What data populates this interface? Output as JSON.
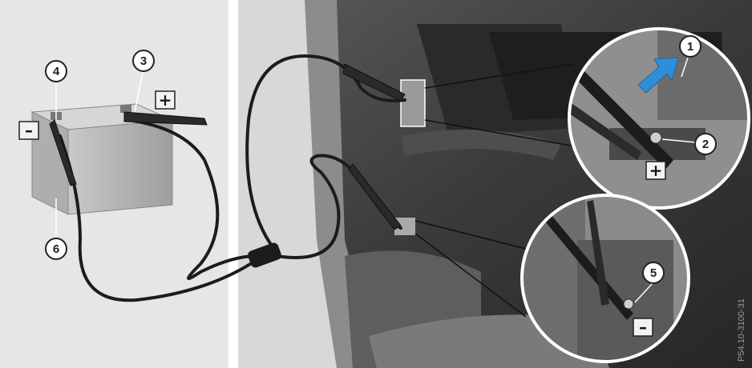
{
  "callouts": {
    "c1": "1",
    "c2": "2",
    "c3": "3",
    "c4": "4",
    "c5": "5",
    "c6": "6"
  },
  "signs": {
    "battery_plus": "+",
    "battery_minus": "–",
    "terminal_plus": "+",
    "terminal_minus": "–"
  },
  "reference_code": "P54.10-3100-31",
  "colors": {
    "left_panel_bg": "#e6e6e6",
    "engine_bay_bg": "#3d3d3d",
    "cable": "#1c1c1c",
    "arrow": "#2f8fd6",
    "sign_box": "#f2f2f2"
  }
}
